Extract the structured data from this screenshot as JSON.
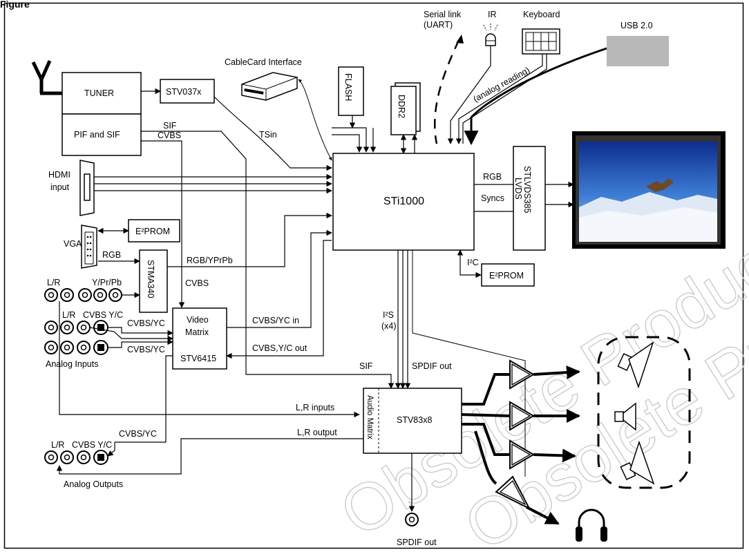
{
  "figure_label": "Figure",
  "labels": {
    "serial_link": "Serial link",
    "uart": "(UART)",
    "ir": "IR",
    "keyboard": "Keyboard",
    "usb": "USB 2.0",
    "analog_reading": "(analog reading)",
    "cablecard": "CableCard Interface",
    "flash": "FLASH",
    "ddr2": "DDR2",
    "tuner": "TUNER",
    "stv037x": "STV037x",
    "pif_sif": "PIF and SIF",
    "sif": "SIF",
    "cvbs_top": "CVBS",
    "tsin": "TSin",
    "hdmi_line1": "HDMI",
    "hdmi_line2": "input",
    "sti1000": "STi1000",
    "rgb_out": "RGB",
    "syncs": "Syncs",
    "stlvds_line1": "STLVDS385",
    "stlvds_line2": "LVDS",
    "eeprom_vga": "E²PROM",
    "vga": "VGA",
    "rgb_vga": "RGB",
    "stma340": "STMA340",
    "rgb_yprpb": "RGB/YPrPb",
    "lr_1": "L/R",
    "ypr_pb": "Y/Pr/Pb",
    "i2c": "I²C",
    "eeprom_i2c": "E²PROM",
    "cvbs_mid": "CVBS",
    "lr_2": "L/R",
    "cvbs_yc_head": "CVBS Y/C",
    "cvbs_yc_1": "CVBS/YC",
    "cvbs_yc_2": "CVBS/YC",
    "video_matrix_1": "Video",
    "video_matrix_2": "Matrix",
    "stv6415": "STV6415",
    "cvbs_yc_in": "CVBS/YC in",
    "cvbs_yc_out": "CVBS,Y/C out",
    "i2s_line1": "I²S",
    "i2s_line2": "(x4)",
    "analog_inputs": "Analog Inputs",
    "sif_bottom": "SIF",
    "spdif_out_mid": "SPDIF out",
    "lr_inputs": "L,R inputs",
    "audio_matrix": "Audio Matrix",
    "stv83x8": "STV83x8",
    "lr_3": "L/R",
    "cvbs_yc_head2": "CVBS Y/C",
    "cvbs_yc_3": "CVBS/YC",
    "lr_output": "L,R output",
    "analog_outputs": "Analog Outputs",
    "spdif_out_bottom": "SPDIF out"
  },
  "watermark": {
    "line1": "Obsolete Product(s)",
    "line2": "Obsolete Product(s)"
  }
}
